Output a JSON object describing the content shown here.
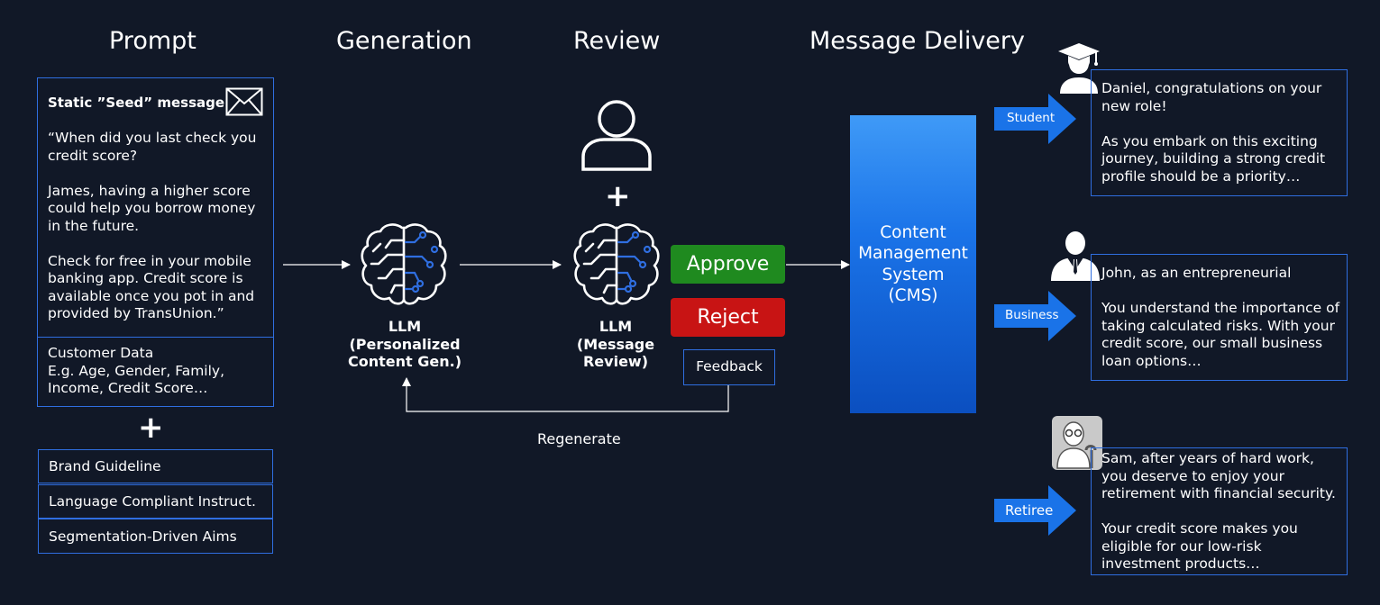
{
  "stages": {
    "prompt": "Prompt",
    "generation": "Generation",
    "review": "Review",
    "delivery": "Message Delivery"
  },
  "prompt": {
    "seed_title": "Static ”Seed” message",
    "seed_body": "“When did you last check you credit score?\n\nJames, having a higher score could help you borrow money in the future.\n\nCheck for free in your mobile banking app. Credit score is available once you pot in and provided by TransUnion.”",
    "customer_data": "Customer Data\nE.g. Age, Gender, Family, Income, Credit Score…",
    "plus": "+",
    "brand": "Brand Guideline",
    "language": "Language Compliant Instruct.",
    "segmentation": "Segmentation-Driven Aims"
  },
  "generation": {
    "llm_label": "LLM\n(Personalized\nContent Gen.)"
  },
  "review": {
    "plus": "+",
    "llm_label": "LLM\n(Message\nReview)",
    "approve": "Approve",
    "reject": "Reject",
    "feedback": "Feedback",
    "regenerate": "Regenerate"
  },
  "cms": {
    "label": "Content\nManagement\nSystem\n(CMS)"
  },
  "segments": [
    {
      "label": "Student",
      "icon": "graduate-icon",
      "message": "Daniel, congratulations on your new role!\n\nAs you embark on this exciting journey, building a strong credit profile should be a priority…"
    },
    {
      "label": "Business",
      "icon": "businessman-icon",
      "message": "John, as an entrepreneurial\n\nYou understand the importance of taking calculated risks. With your credit score, our small business loan options…"
    },
    {
      "label": "Retiree",
      "icon": "elderly-person-icon",
      "message": "Sam, after years of hard work, you deserve to enjoy your retirement with financial security.\n\nYour credit score makes you eligible for our low-risk investment products…"
    }
  ],
  "colors": {
    "background": "#111827",
    "border": "#2f6ee0",
    "approve": "#1f8a1f",
    "reject": "#c81414",
    "accent_blue": "#1a73e8"
  }
}
